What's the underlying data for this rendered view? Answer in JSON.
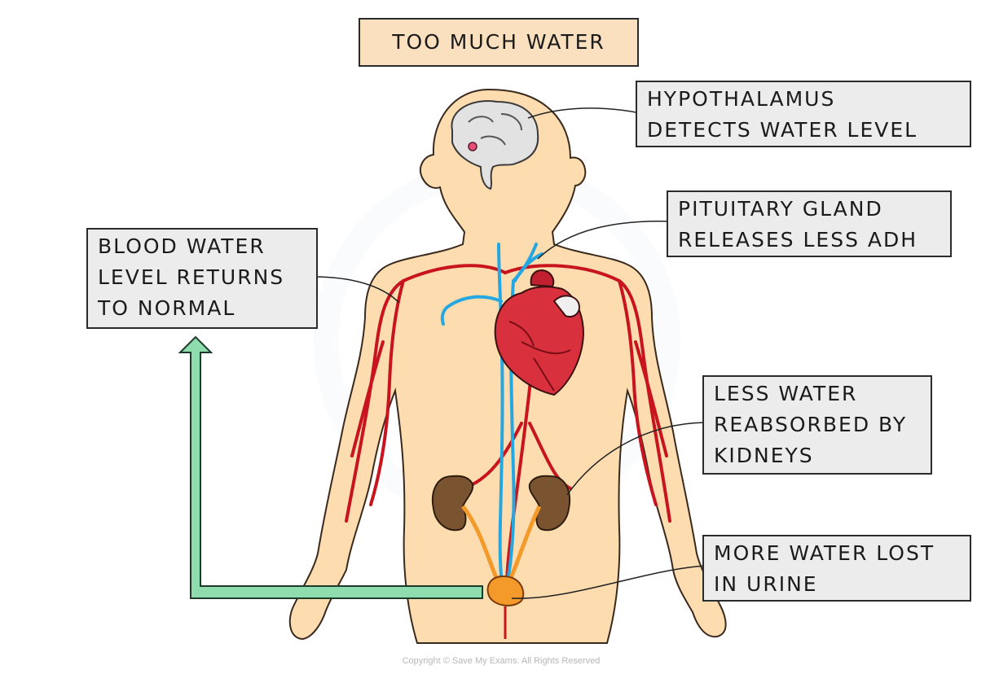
{
  "title": "TOO MUCH WATER",
  "labels": {
    "hypothalamus": [
      "HYPOTHALAMUS",
      "DETECTS WATER LEVEL"
    ],
    "pituitary": [
      "PITUITARY GLAND",
      "RELEASES LESS ADH"
    ],
    "blood": [
      "BLOOD WATER",
      "LEVEL RETURNS",
      "TO NORMAL"
    ],
    "kidneys": [
      "LESS WATER",
      "REABSORBED BY",
      "KIDNEYS"
    ],
    "urine": [
      "MORE WATER LOST",
      "IN URINE"
    ]
  },
  "copyright": "Copyright © Save My Exams. All Rights Reserved",
  "colors": {
    "skin": "#fddcb0",
    "artery": "#c8141e",
    "vein": "#25a7e0",
    "kidney": "#7a5430",
    "bladder": "#f49a2a",
    "feedback_arrow": "#8fdcae",
    "brain": "#e2e2e2",
    "heart": "#d8303c"
  }
}
